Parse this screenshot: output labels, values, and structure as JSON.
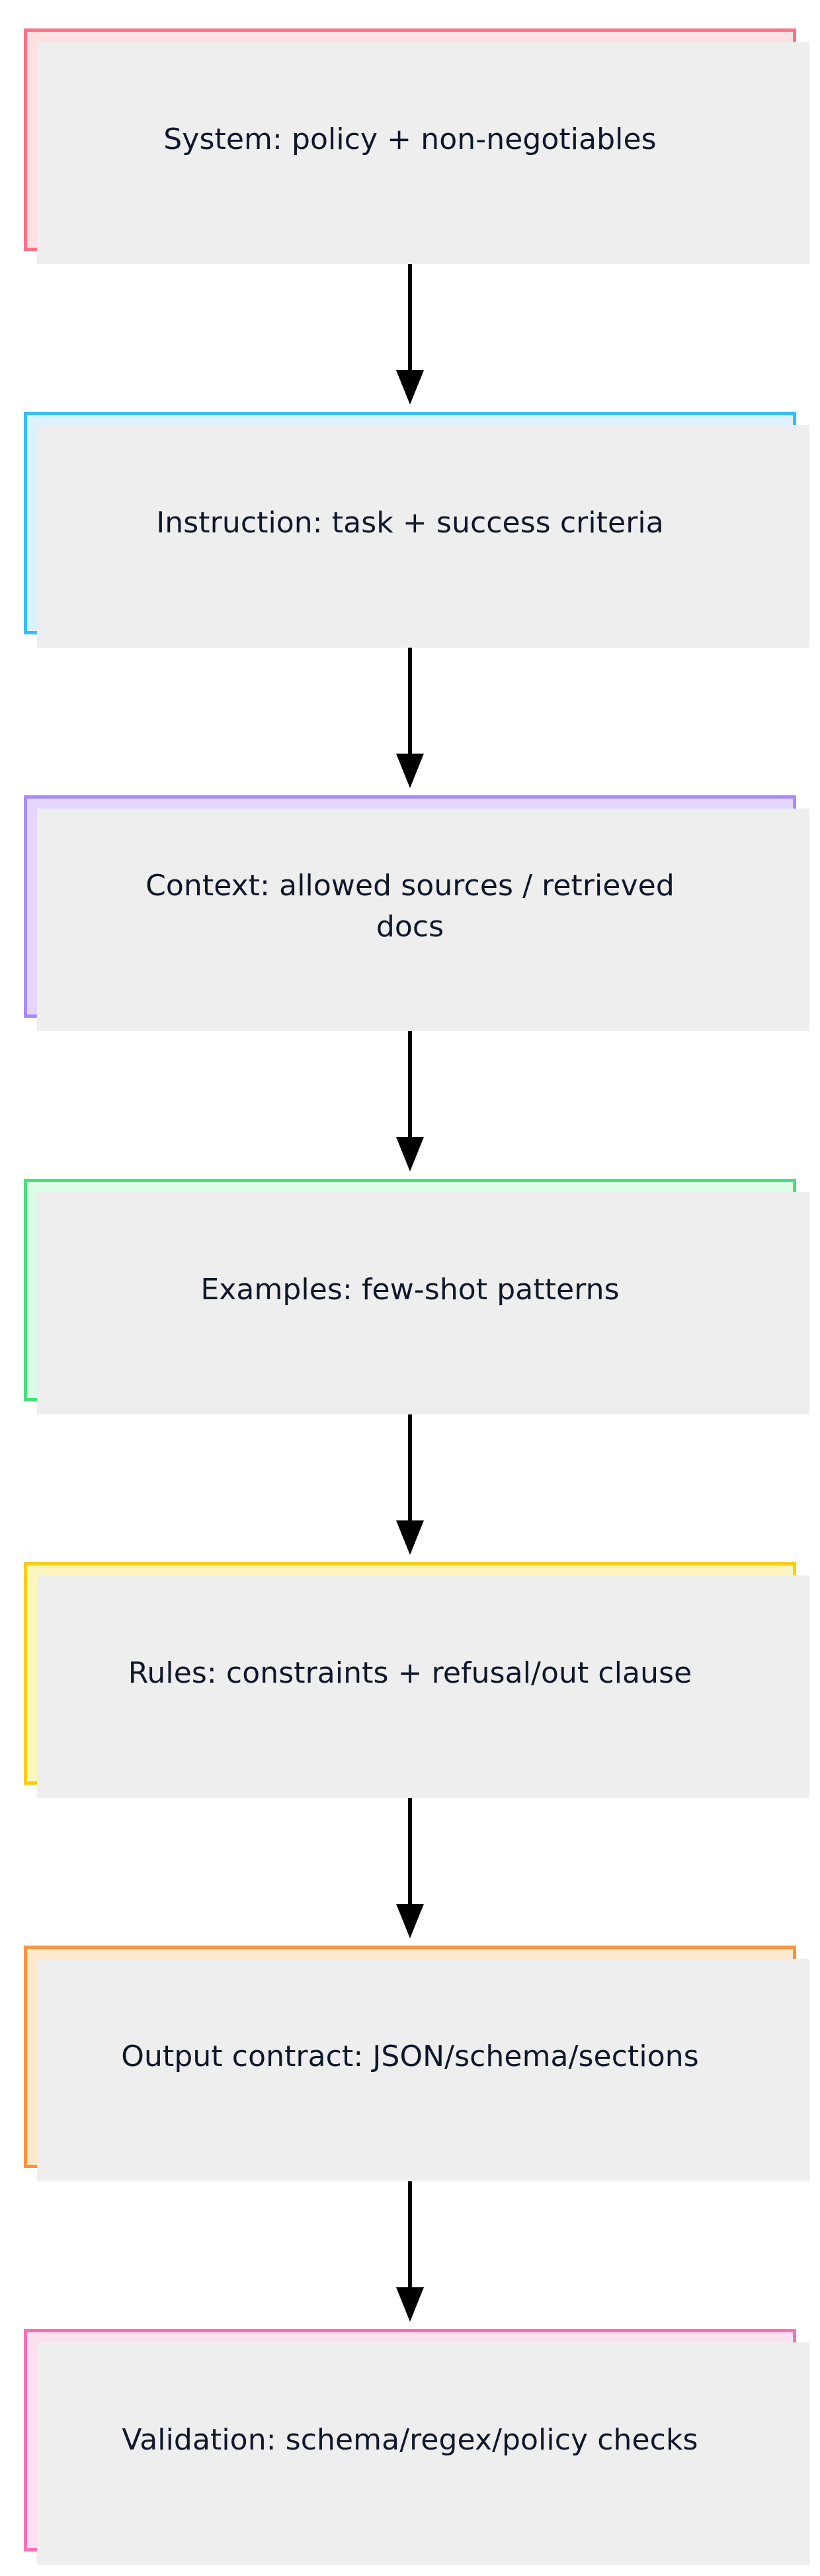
{
  "diagram": {
    "type": "flowchart",
    "orientation": "top-to-bottom",
    "background_color": "#ffffff",
    "node_count": 7,
    "edge_count": 6,
    "text_color": "#0f172a",
    "shadow_color": "#eeeeee",
    "arrow_color": "#000000",
    "nodes": [
      {
        "id": "system",
        "label": "System: policy + non-negotiables",
        "border_color": "#fb7185",
        "fill_color": "#ffe0e3"
      },
      {
        "id": "instruction",
        "label": "Instruction: task + success criteria",
        "border_color": "#38bdf8",
        "fill_color": "#ddf0fd"
      },
      {
        "id": "context",
        "label": "Context: allowed sources / retrieved docs",
        "border_color": "#a78bfa",
        "fill_color": "#e6d5fd"
      },
      {
        "id": "examples",
        "label": "Examples: few-shot patterns",
        "border_color": "#4ade80",
        "fill_color": "#dcfce7"
      },
      {
        "id": "rules",
        "label": "Rules: constraints + refusal/out clause",
        "border_color": "#facc15",
        "fill_color": "#fbf6be"
      },
      {
        "id": "output-contract",
        "label": "Output contract: JSON/schema/sections",
        "border_color": "#fb923c",
        "fill_color": "#fde8cd"
      },
      {
        "id": "validation",
        "label": "Validation: schema/regex/policy checks",
        "border_color": "#f472b6",
        "fill_color": "#fce0f0"
      }
    ],
    "edges": [
      {
        "from": "system",
        "to": "instruction",
        "label": ""
      },
      {
        "from": "instruction",
        "to": "context",
        "label": ""
      },
      {
        "from": "context",
        "to": "examples",
        "label": ""
      },
      {
        "from": "examples",
        "to": "rules",
        "label": ""
      },
      {
        "from": "rules",
        "to": "output-contract",
        "label": ""
      },
      {
        "from": "output-contract",
        "to": "validation",
        "label": ""
      }
    ]
  }
}
